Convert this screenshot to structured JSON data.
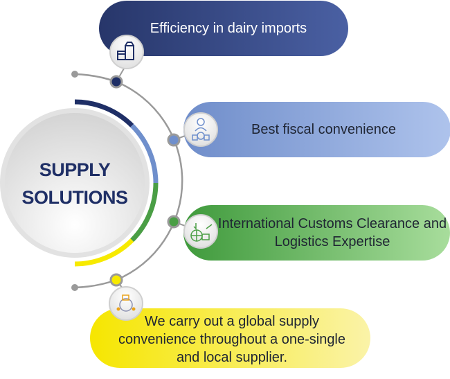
{
  "center": {
    "line1": "SUPPLY",
    "line2": "SOLUTIONS"
  },
  "items": [
    {
      "label": "Efficiency in dairy imports",
      "icon": "milk-carton-icon",
      "color": "#2e3f7a"
    },
    {
      "label": "Best fiscal convenience",
      "icon": "fiscal-person-icon",
      "color": "#7b96cf"
    },
    {
      "label": "International Customs Clearance and Logistics Expertise",
      "icon": "globe-logistics-icon",
      "color": "#4a9e45"
    },
    {
      "label": "We carry out a global supply convenience throughout a one-single and local supplier.",
      "icon": "supplier-network-icon",
      "color": "#f5e800"
    }
  ],
  "colors": {
    "navy": "#1f2f66",
    "blue": "#6f8fcc",
    "green": "#4a9e45",
    "yellow": "#f7ea00",
    "gray": "#9a9a9a"
  }
}
